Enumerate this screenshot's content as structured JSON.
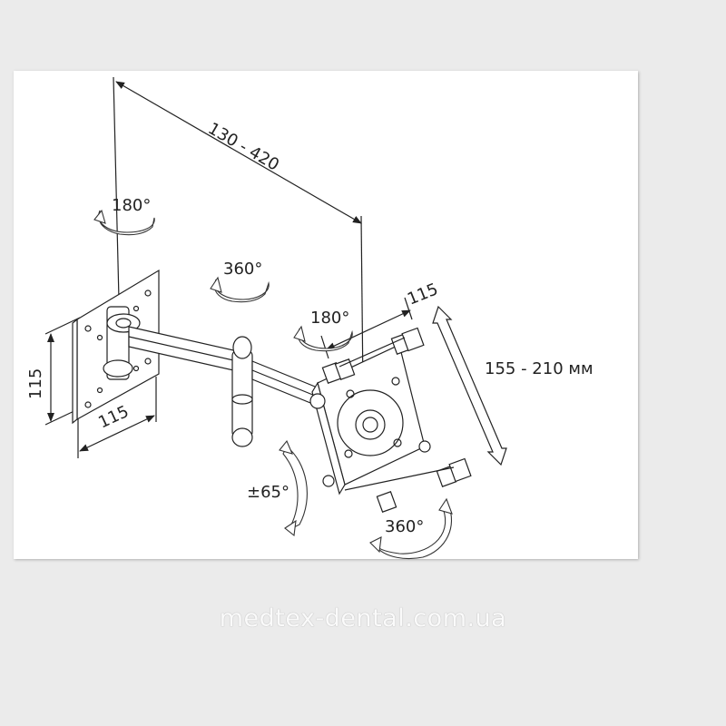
{
  "dimensions": {
    "arm_length": "130 - 420",
    "plate_width": "115",
    "plate_height": "115",
    "holder_width": "115",
    "holder_range": "155 - 210 мм"
  },
  "rotations": {
    "wall_pivot": "180°",
    "arm_joint": "360°",
    "head_pivot": "180°",
    "tilt": "±65°",
    "holder_spin": "360°"
  },
  "watermark": "medtex-dental.com.ua",
  "colors": {
    "background": "#ebebeb",
    "panel": "#ffffff",
    "line": "#222222"
  }
}
